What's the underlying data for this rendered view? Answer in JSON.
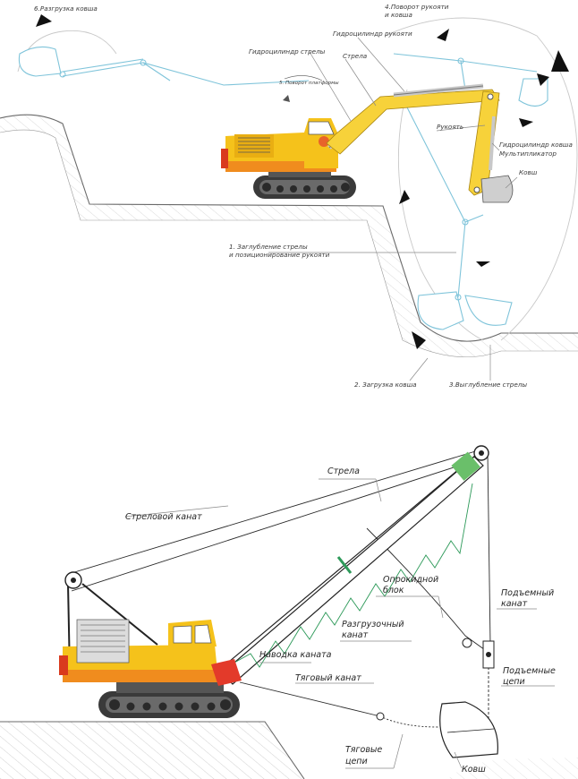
{
  "excavator_labels": {
    "unload": "6.Разгрузка ковша",
    "rotate_arm": "4.Поворот рукояти",
    "rotate_arm2": "и ковша",
    "arm_cylinder": "Гидроцилиндр рукояти",
    "boom_cylinder": "Гидроцилиндр стрелы",
    "boom": "Стрела",
    "platform": "5. Поворот платформы",
    "arm": "Рукоять",
    "bucket_cylinder": "Гидроцилиндр ковша",
    "multiplier": "Мультипликатор",
    "bucket": "Ковш",
    "deepen": "1. Заглубление стрелы",
    "deepen2": "и позиционирование рукояти",
    "load": "2. Загрузка ковша",
    "lift": "3.Выглубление стрелы"
  },
  "dragline_labels": {
    "boom": "Стрела",
    "boom_rope": "Стреловой канат",
    "dump_block": "Опрокидной",
    "dump_block2": "блок",
    "hoist_rope": "Подъемный",
    "hoist_rope2": "канат",
    "dump_rope": "Разгрузочный",
    "dump_rope2": "канат",
    "fairlead": "Наводка каната",
    "drag_rope": "Тяговый канат",
    "hoist_chains": "Подъемные",
    "hoist_chains2": "цепи",
    "drag_chains": "Тяговые",
    "drag_chains2": "цепи",
    "bucket": "Ковш"
  },
  "colors": {
    "body_yellow": "#f5c21b",
    "body_orange": "#f08c1e",
    "stripe_red": "#d93a1e",
    "boom_yellow": "#f7d23a",
    "track_dark": "#3a3a3a",
    "lattice_green": "#2e9a5a",
    "ghost_blue": "#7fc4da"
  }
}
